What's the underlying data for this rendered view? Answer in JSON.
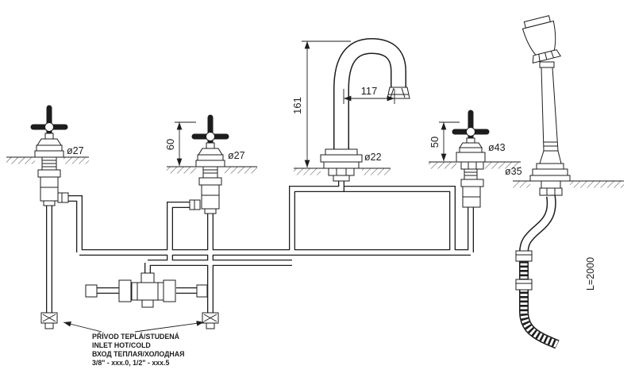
{
  "drawing": {
    "dims": {
      "spout_height": "161",
      "spout_reach": "117",
      "handle2_height": "60",
      "diverter_height": "50",
      "handle1_dia": "ø27",
      "handle2_dia": "ø27",
      "spout_dia": "ø22",
      "diverter_dia": "ø43",
      "shower_dia": "ø35",
      "hose_length": "L=2000"
    },
    "note": {
      "line1": "PŘÍVOD TEPLÁ/STUDENÁ",
      "line2": "INLET HOT/COLD",
      "line3": "ВХОД ТЕПЛАЯ/ХОЛОДНАЯ",
      "line4": "3/8\" -  xxx.0,  1/2\" -  xxx.5"
    }
  }
}
